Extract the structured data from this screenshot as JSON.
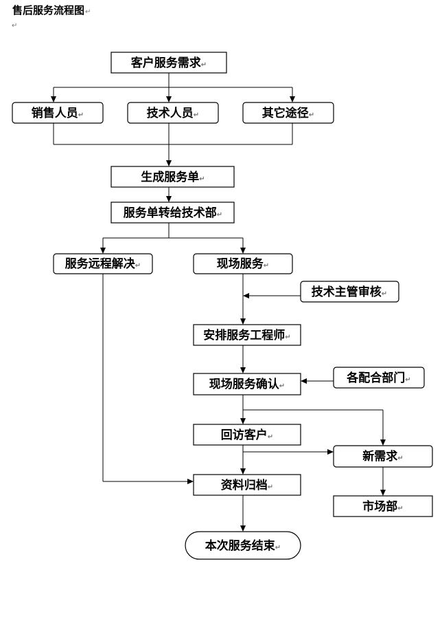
{
  "title": "售后服务流程图",
  "paragraph_mark": "↵",
  "nodes": {
    "customer_demand": "客户服务需求",
    "sales_staff": "销售人员",
    "tech_staff": "技术人员",
    "other_channels": "其它途径",
    "generate_order": "生成服务单",
    "transfer_tech": "服务单转给技术部",
    "remote_service": "服务远程解决",
    "onsite_service": "现场服务",
    "tech_supervisor_review": "技术主管审核",
    "assign_engineer": "安排服务工程师",
    "onsite_confirm": "现场服务确认",
    "cooperating_depts": "各配合部门",
    "customer_followup": "回访客户",
    "new_demand": "新需求",
    "marketing_dept": "市场部",
    "archive": "资料归档",
    "service_end": "本次服务结束"
  }
}
